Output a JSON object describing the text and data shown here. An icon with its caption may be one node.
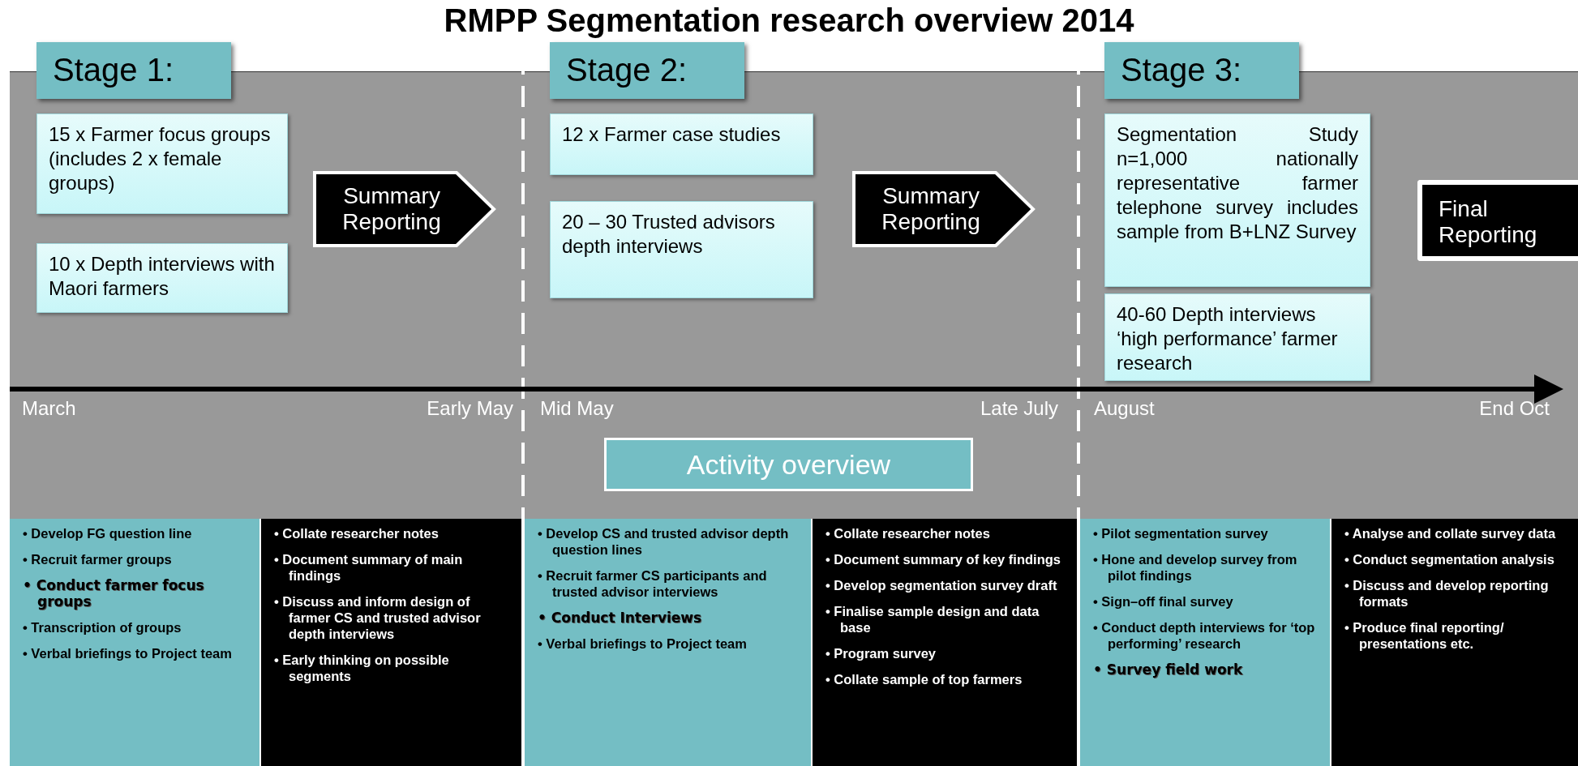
{
  "diagram": {
    "title": "RMPP Segmentation research overview 2014",
    "nodes": [
      {
        "text": [
          "Stage 1:"
        ]
      },
      {
        "text": [
          "15 x Farmer focus groups (includes 2 x female groups)"
        ]
      },
      {
        "text": [
          "10 x Depth interviews with Maori farmers"
        ]
      },
      {
        "text": [
          "Summary Reporting"
        ]
      },
      {
        "text": [
          "Stage 2:"
        ]
      },
      {
        "text": [
          "12 x Farmer case studies"
        ]
      },
      {
        "text": [
          "20 – 30 Trusted advisors depth interviews"
        ]
      },
      {
        "text": [
          "Summary Reporting"
        ]
      },
      {
        "text": [
          "Stage 3:"
        ]
      },
      {
        "text": [
          "Segmentation Study n=1,000 nationally representative farmer telephone survey includes sample from B+LNZ Survey"
        ]
      },
      {
        "text": [
          "40-60 Depth interviews ‘high performance’ farmer research"
        ]
      },
      {
        "text": [
          "Final Reporting"
        ]
      },
      {
        "text": [
          "Activity overview"
        ]
      },
      {
        "text": [
          "• Develop FG question line",
          "• Recruit farmer groups",
          "• Conduct farmer focus groups",
          "• Transcription of groups",
          "• Verbal briefings to Project team"
        ]
      },
      {
        "text": [
          "• Collate researcher notes",
          "• Document summary of main findings",
          "• Discuss and inform  design of farmer  CS and trusted advisor depth interviews",
          "• Early thinking on possible segments"
        ]
      },
      {
        "text": [
          "• Develop CS and trusted advisor depth question lines",
          "• Recruit farmer CS participants and trusted advisor interviews",
          "• Conduct Interviews",
          "• Verbal briefings to Project team"
        ]
      },
      {
        "text": [
          "• Collate researcher notes",
          "• Document summary of key findings",
          "• Develop segmentation survey draft",
          "• Finalise sample design and data base",
          "• Program survey",
          "• Collate sample of top farmers"
        ]
      },
      {
        "text": [
          "• Pilot segmentation survey",
          "• Hone and develop survey from pilot findings",
          "• Sign–off final survey",
          "• Conduct depth interviews for ‘top performing’ research",
          "• Survey field work"
        ]
      },
      {
        "text": [
          "• Analyse and collate survey data",
          "• Conduct segmentation analysis",
          "• Discuss and develop reporting formats",
          "• Produce final reporting/ presentations etc."
        ]
      }
    ],
    "edges": [],
    "labels": [
      "March",
      "Early May",
      "Mid May",
      "Late July",
      "August",
      "End Oct"
    ]
  }
}
